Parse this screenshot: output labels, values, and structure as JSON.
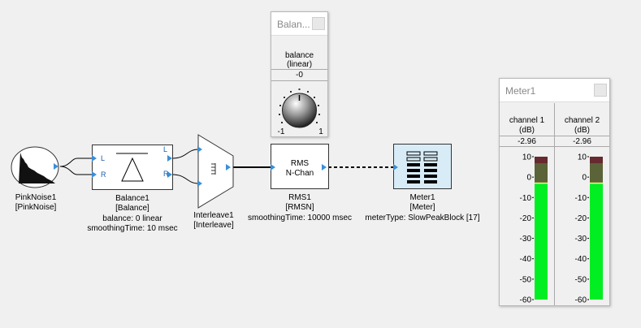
{
  "blocks": {
    "pinknoise": {
      "name": "PinkNoise1",
      "type": "[PinkNoise]"
    },
    "balance": {
      "name": "Balance1",
      "type": "[Balance]",
      "param1": "balance: 0 linear",
      "param2": "smoothingTime: 10 msec",
      "pin_l": "L",
      "pin_r": "R"
    },
    "interleave": {
      "name": "Interleave1",
      "type": "[Interleave]",
      "pin_l": "L",
      "pin_r": "R"
    },
    "rms": {
      "name": "RMS1",
      "type": "[RMSN]",
      "line1": "RMS",
      "line2": "N-Chan",
      "param1": "smoothingTime: 10000 msec"
    },
    "meter": {
      "name": "Meter1",
      "type": "[Meter]",
      "param1": "meterType: SlowPeakBlock [17]"
    }
  },
  "balance_window": {
    "title": "Balan...",
    "label1": "balance",
    "label2": "(linear)",
    "value": "-0",
    "min_label": "-1",
    "max_label": "1"
  },
  "meter_window": {
    "title": "Meter1",
    "channels": [
      {
        "name": "channel 1",
        "unit": "(dB)",
        "value": "-2.96",
        "level_db": -2.96
      },
      {
        "name": "channel 2",
        "unit": "(dB)",
        "value": "-2.96",
        "level_db": -2.96
      }
    ],
    "ticks": [
      "10",
      "0",
      "-10",
      "-20",
      "-30",
      "-40",
      "-50",
      "-60"
    ],
    "colors": {
      "green": "#00ee22",
      "olive": "#5b6338",
      "red": "#662a2f"
    }
  }
}
